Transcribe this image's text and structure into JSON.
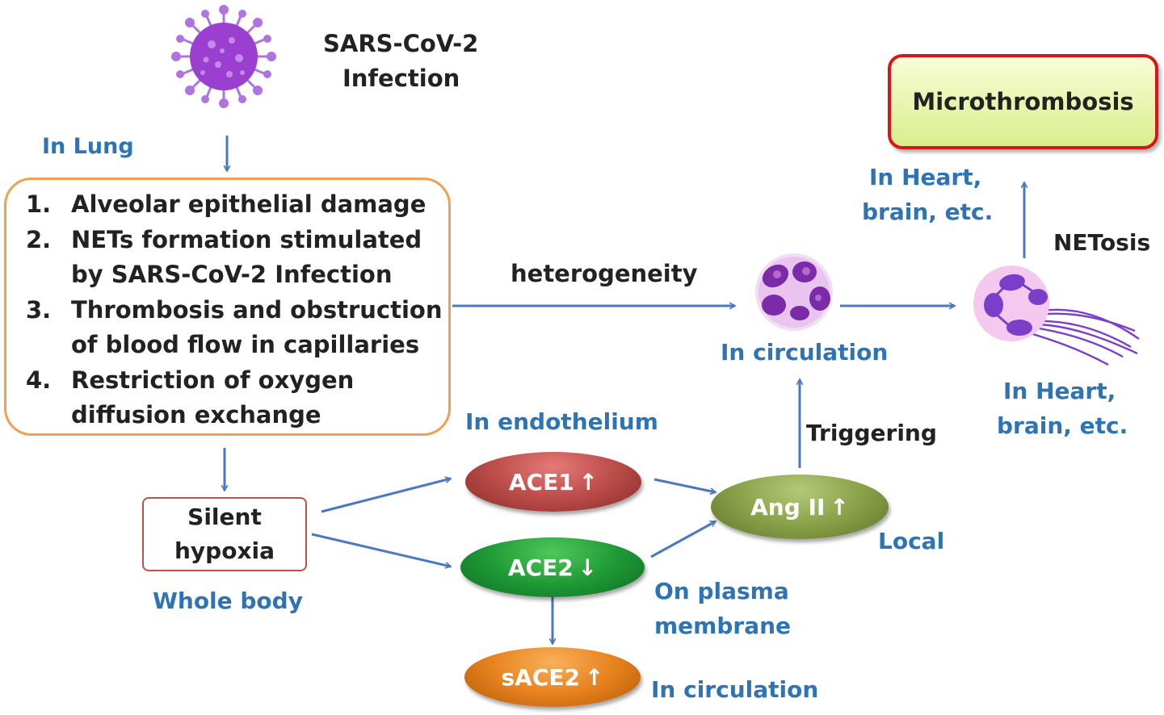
{
  "virus_label": [
    "SARS-CoV-2",
    "Infection"
  ],
  "in_lung": "In Lung",
  "lung_effects": [
    {
      "num": "1.",
      "lines": [
        "Alveolar epithelial damage"
      ]
    },
    {
      "num": "2.",
      "lines": [
        "NETs formation stimulated",
        "by SARS-CoV-2 Infection"
      ]
    },
    {
      "num": "3.",
      "lines": [
        "Thrombosis and obstruction",
        "of blood flow in capillaries"
      ]
    },
    {
      "num": "4.",
      "lines": [
        "Restriction of oxygen",
        "diffusion exchange"
      ]
    }
  ],
  "heterogeneity": "heterogeneity",
  "in_circulation_neutrophil": "In circulation",
  "netosis": "NETosis",
  "in_heart_top": [
    "In Heart,",
    "brain, etc."
  ],
  "in_heart_bottom": [
    "In Heart,",
    "brain, etc."
  ],
  "microthrombosis": "Microthrombosis",
  "triggering": "Triggering",
  "in_endothelium": "In endothelium",
  "silent_hypoxia": [
    "Silent",
    "hypoxia"
  ],
  "whole_body": "Whole body",
  "ace1": {
    "label": "ACE1",
    "arrow": "↑"
  },
  "ace2": {
    "label": "ACE2",
    "arrow": "↓"
  },
  "sace2": {
    "label": "sACE2",
    "arrow": "↑"
  },
  "ang2": {
    "label": "Ang II",
    "arrow": "↑"
  },
  "local": "Local",
  "on_plasma_membrane": [
    "On plasma",
    "membrane"
  ],
  "in_circulation_sace2": "In circulation",
  "colors": {
    "arrow": "#4a78c4",
    "label_blue": "#2e74b5",
    "virus": "#9b3fd0",
    "ace1": "#c0504d",
    "ace2": "#1f9a36",
    "sace2": "#e7821e",
    "ang2": "#8aa14a",
    "micro_border": "#d9151b"
  }
}
